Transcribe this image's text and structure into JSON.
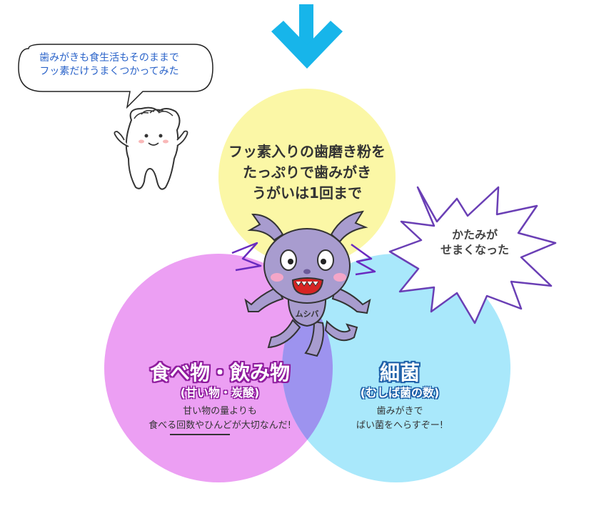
{
  "bubble": {
    "line1": "歯みがきも食生活もそのままで",
    "line2": "フッ素だけうまくつかってみた"
  },
  "yellow_circle": {
    "line1": "フッ素入りの歯磨き粉を",
    "line2": "たっぷりで歯みがき",
    "line3": "うがいは1回まで",
    "color": "#fbf7a6"
  },
  "burst": {
    "line1": "かたみが",
    "line2": "せまくなった"
  },
  "character": {
    "label": "ムシバ"
  },
  "pink_circle": {
    "title": "食べ物・飲み物",
    "subtitle": "(甘い物・炭酸)",
    "note1": "甘い物の量よりも",
    "note2": "食べる回数やひんどが大切なんだ!",
    "color": "#ec9ff3"
  },
  "blue_circle": {
    "title": "細菌",
    "subtitle": "(むしば菌の数)",
    "note1": "歯みがきで",
    "note2": "ばい菌をへらすぞー!",
    "color": "#a9e8fb"
  },
  "colors": {
    "arrow": "#17b5ea",
    "bubble_text": "#2a63c9",
    "character_body": "#a89ccf",
    "burst_outline": "#6a3fb5",
    "lightning": "#6a2bc0"
  },
  "icons": [
    "down-arrow-icon",
    "tooth-character-icon",
    "mushiba-character-icon",
    "lightning-icon"
  ]
}
